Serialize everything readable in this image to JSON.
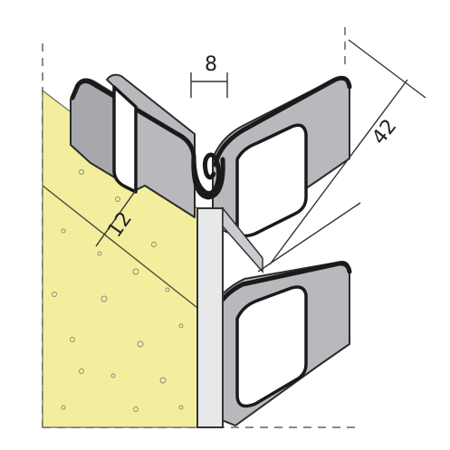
{
  "dimensions": {
    "width_label": "8",
    "depth_label": "12",
    "leg_label": "42"
  },
  "colors": {
    "plaster": "#f2ee9e",
    "metal": "#b9b9bd",
    "outline": "#1a1a1a",
    "nose": "#e6e8ea"
  }
}
